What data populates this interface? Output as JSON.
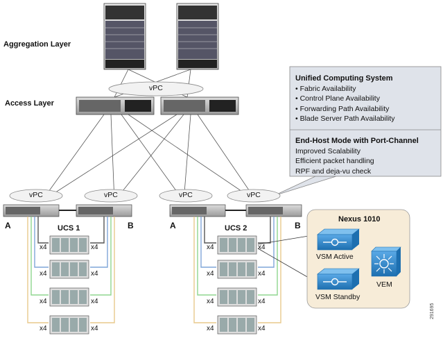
{
  "layers": {
    "aggregation": "Aggregation Layer",
    "access": "Access Layer"
  },
  "vpc_label": "vPC",
  "ucs1": {
    "name": "UCS 1",
    "left": "A",
    "right": "B"
  },
  "ucs2": {
    "name": "UCS 2",
    "left": "A",
    "right": "B"
  },
  "link_label": "x4",
  "callout": {
    "title1": "Unified Computing System",
    "items1": [
      "• Fabric Availability",
      "• Control Plane Availability",
      "• Forwarding Path Availability",
      "• Blade Server Path Availability"
    ],
    "title2": "End-Host Mode with Port-Channel",
    "items2": [
      "Improved Scalability",
      "Efficient packet handling",
      "RPF and deja-vu check"
    ]
  },
  "nexus": {
    "title": "Nexus 1010",
    "vsm_active": "VSM Active",
    "vsm_standby": "VSM Standby",
    "vem": "VEM"
  },
  "colors": {
    "link_blue": "#7fa6d8",
    "link_green": "#8fd68f",
    "link_yellow": "#e8c98c",
    "nexus_fill": "#f7ecd8",
    "callout_fill": "#dfe3ea",
    "cisco_blue": "#2f86c8"
  },
  "figure_id": "291695"
}
